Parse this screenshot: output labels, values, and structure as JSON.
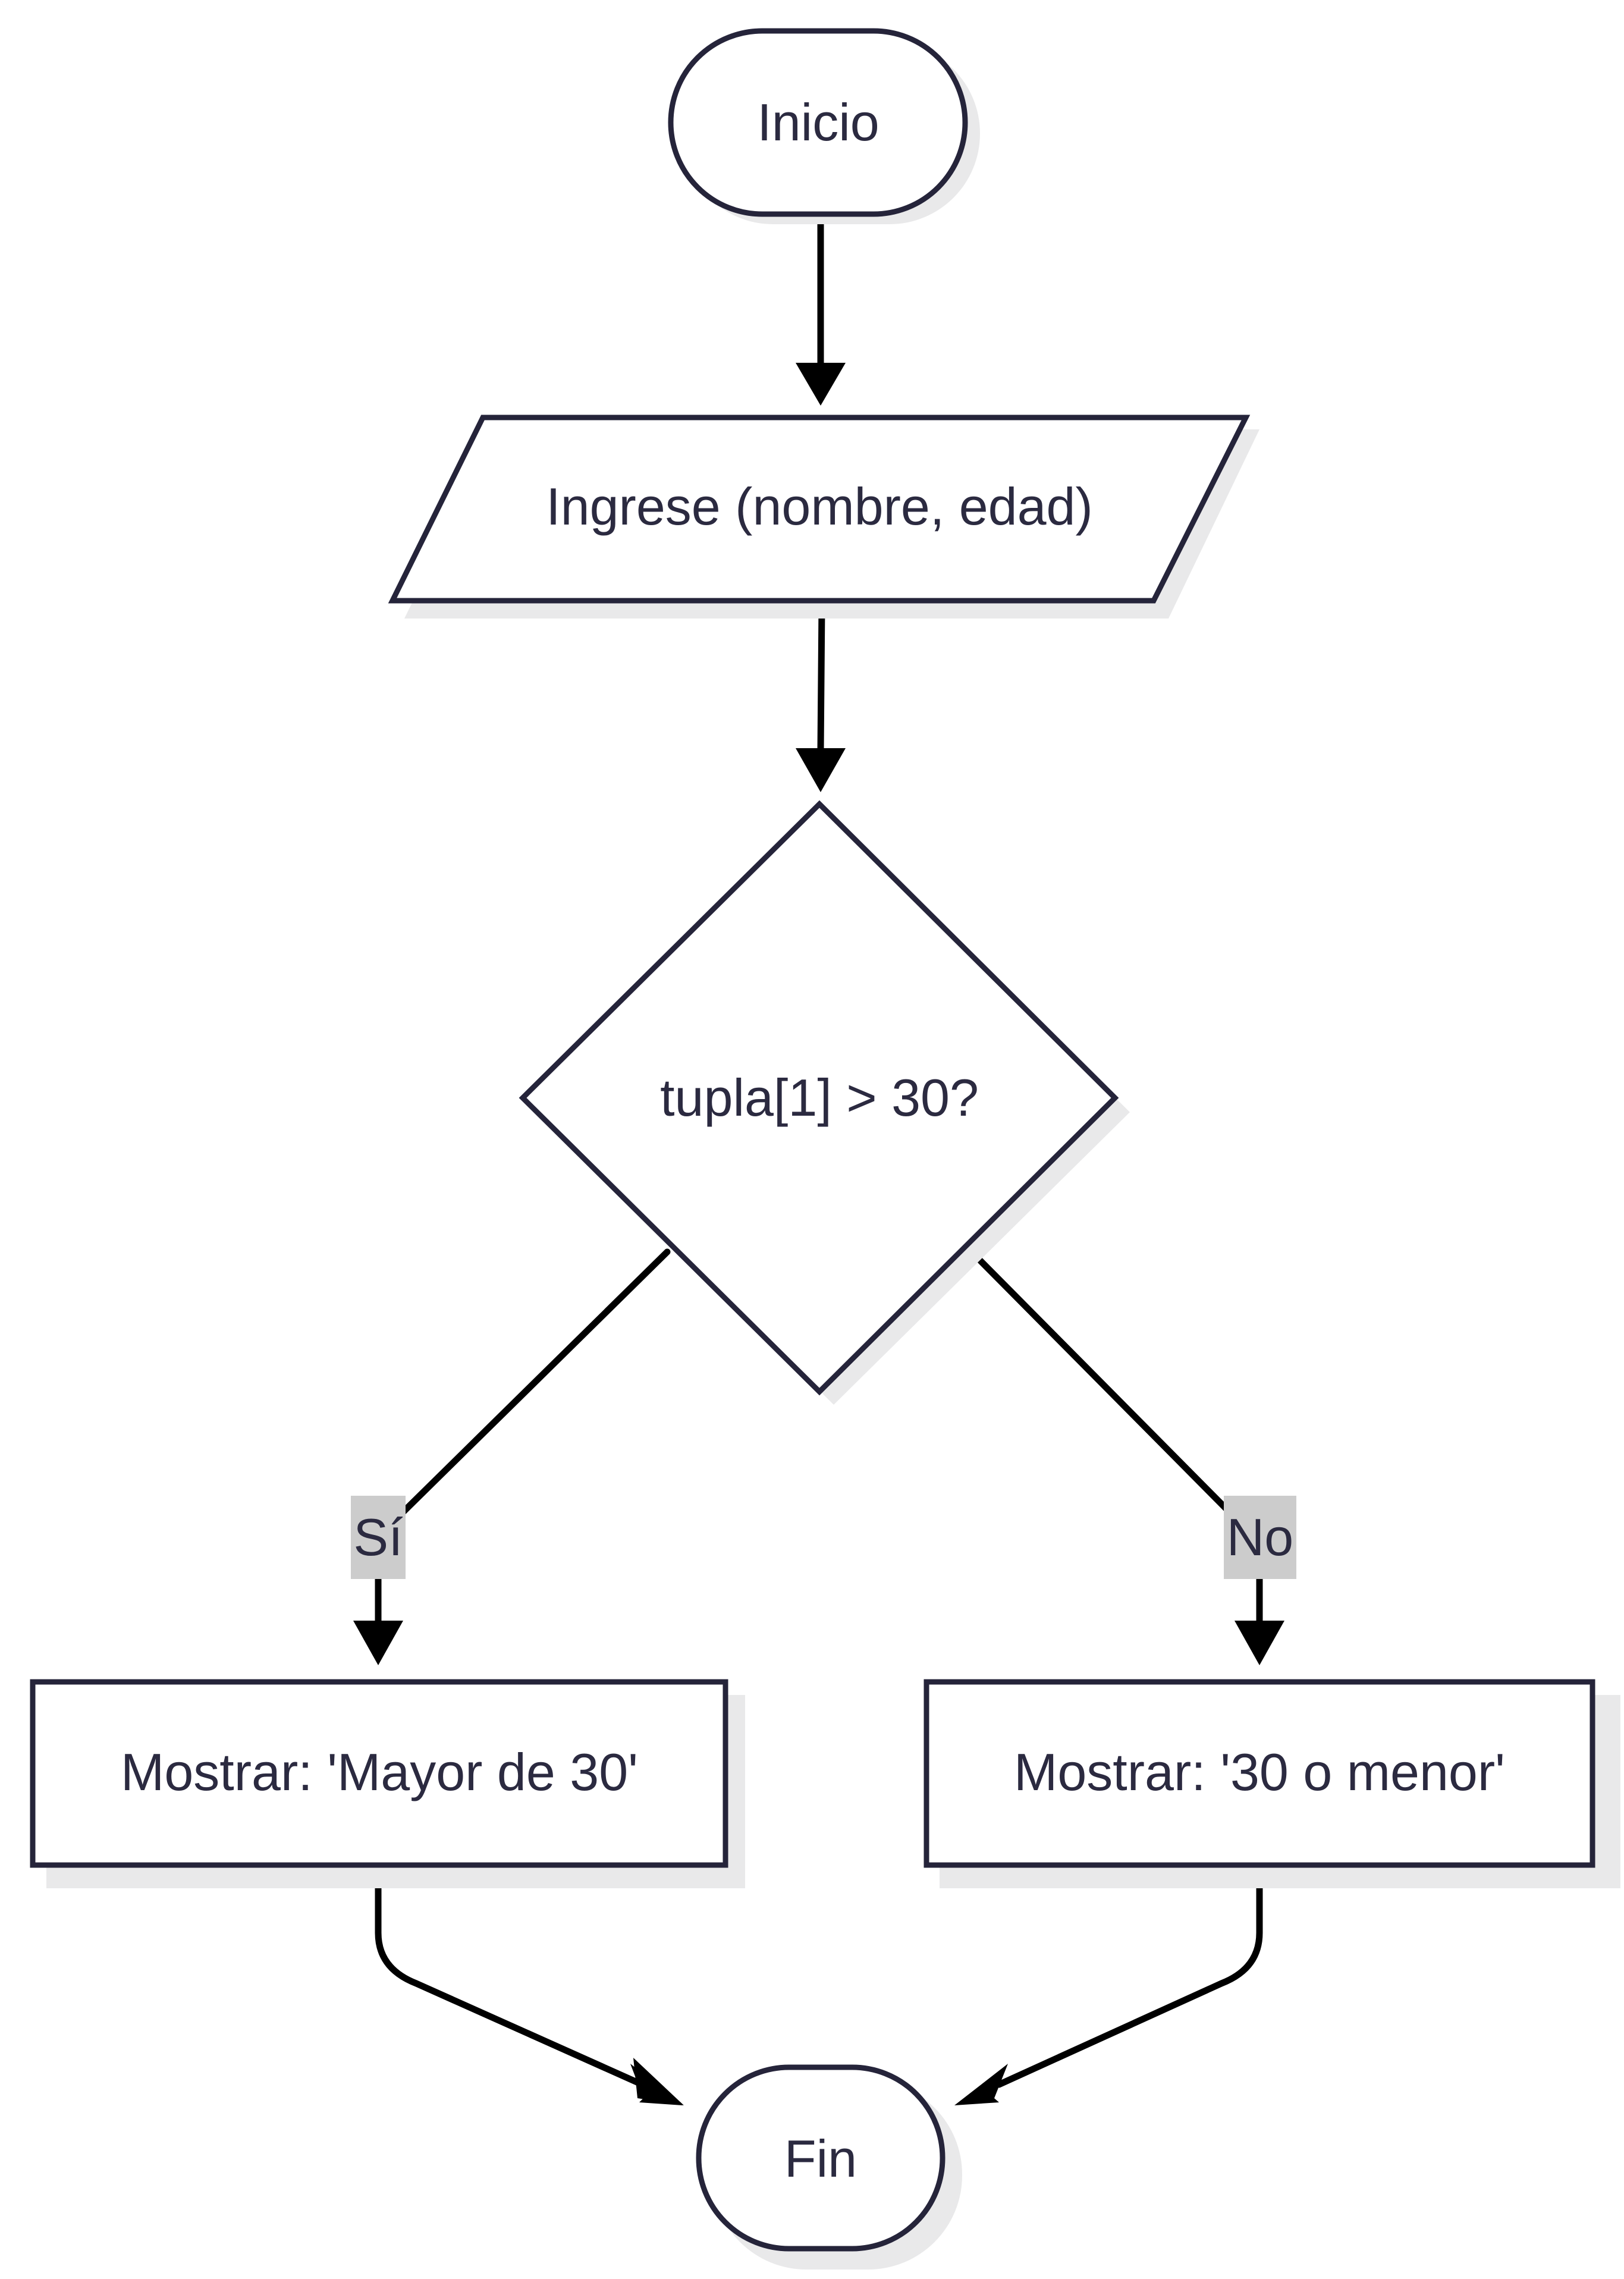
{
  "diagram": {
    "nodes": {
      "start": {
        "label": "Inicio"
      },
      "input": {
        "label": "Ingrese (nombre, edad)"
      },
      "decision": {
        "label": "tupla[1] > 30?"
      },
      "yes_box": {
        "label": "Mostrar: 'Mayor de 30'"
      },
      "no_box": {
        "label": "Mostrar: '30 o menor'"
      },
      "end": {
        "label": "Fin"
      }
    },
    "edges": {
      "yes": {
        "label": "Sí"
      },
      "no": {
        "label": "No"
      }
    },
    "colors": {
      "node_stroke": "#25243a",
      "node_fill": "#ffffff",
      "text": "#2b2a40",
      "edge": "#000000",
      "edge_label_bg": "#cccccc",
      "shadow": "#e9e9ea"
    }
  }
}
